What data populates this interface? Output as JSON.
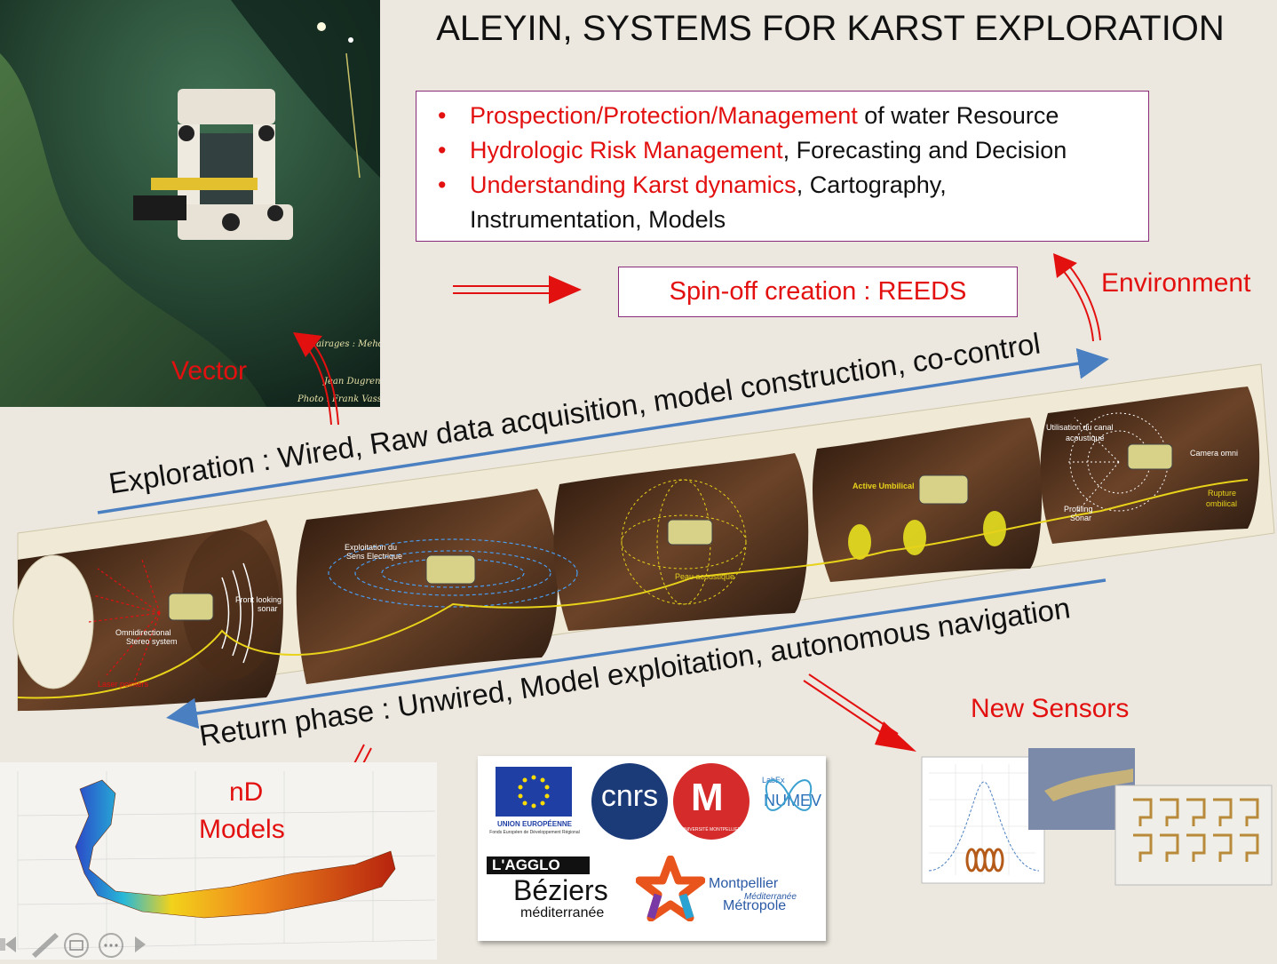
{
  "title": "ALEYIN, SYSTEMS FOR KARST EXPLORATION",
  "goals": [
    {
      "highlight": "Prospection/Protection/Management",
      "rest": " of water Resource"
    },
    {
      "highlight": "Hydrologic Risk Management",
      "rest": ", Forecasting and Decision"
    },
    {
      "highlight": "Understanding Karst dynamics",
      "rest": ", Cartography,"
    },
    {
      "highlight": "",
      "rest": "Instrumentation, Models"
    }
  ],
  "bullet": "•",
  "spinoff": "Spin-off creation : REEDS",
  "labels": {
    "environment": "Environment",
    "vector": "Vector",
    "new_sensors": "New Sensors",
    "nd": "nD",
    "models": "Models"
  },
  "phases": {
    "exploration": "Exploration  : Wired, Raw data acquisition, model construction, co-control",
    "return": "Return phase : Unwired, Model exploitation, autonomous navigation"
  },
  "photo_credits": [
    "Eclairages : Mehdi Dighouth",
    "Jean Dugrenot",
    "Photo : Frank Vasseur"
  ],
  "tunnel_labels": {
    "t1": [
      "Omnidirectional",
      "Stereo system",
      "Front looking",
      "sonar",
      "Laser pointers"
    ],
    "t2": [
      "Exploitation du",
      "Sens Electrique"
    ],
    "t3": [
      "Peau acoustique"
    ],
    "t4": [
      "Active Umbilical"
    ],
    "t5": [
      "Utilisation du canal",
      "acoustique",
      "Camera omni",
      "Profiling",
      "Sonar",
      "Rupture",
      "ombilical"
    ]
  },
  "logos": {
    "eu_title": "UNION EUROPÉENNE",
    "eu_sub": "Fonds Européen de Développement Régional",
    "cnrs": "cnrs",
    "univ": "UNIVERSITÉ MONTPELLIER",
    "labex": "LabEx",
    "numev": "NUMEV",
    "agglo": "L'AGGLO",
    "beziers": "Béziers",
    "beziers_sub": "méditerranée",
    "mtp": "Montpellier",
    "mtp_med": "Méditerranée",
    "mtp_met": "Métropole"
  },
  "colors": {
    "red": "#e31010",
    "blue": "#4a7fc1",
    "frame": "#8a2a7a",
    "cave": "#3a2414",
    "cable": "#e8d21a"
  }
}
